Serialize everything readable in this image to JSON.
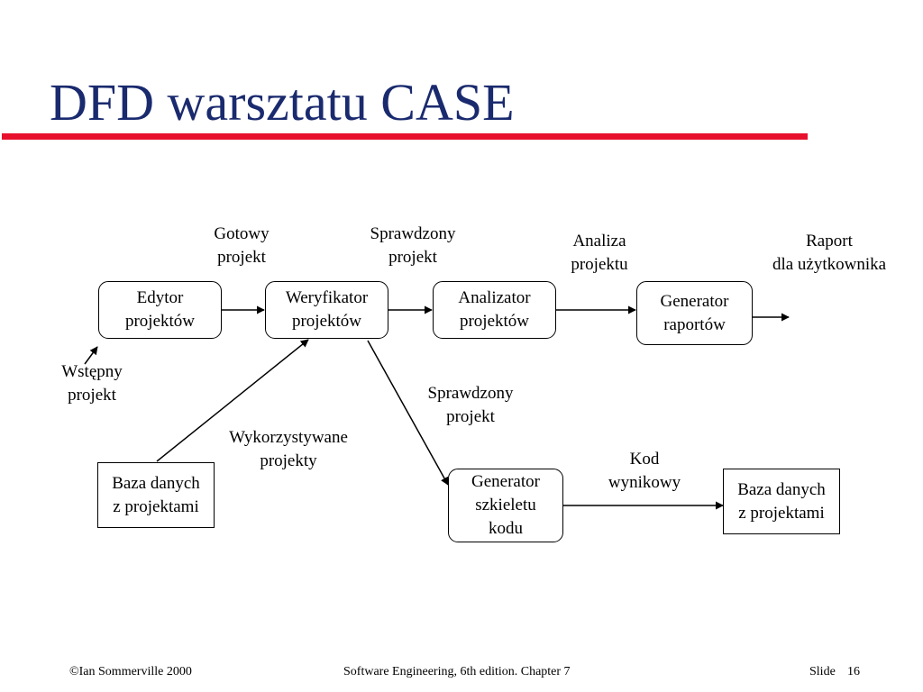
{
  "slide": {
    "title": "DFD warsztatu CASE"
  },
  "nodes": {
    "edytor": [
      "Edytor",
      "projektów"
    ],
    "weryfikator": [
      "Weryfikator",
      "projektów"
    ],
    "analizator": [
      "Analizator",
      "projektów"
    ],
    "generator_raportow": [
      "Generator",
      "raportów"
    ],
    "baza_left": [
      "Baza danych",
      "z projektami"
    ],
    "generator_kodu": [
      "Generator",
      "szkieletu",
      "kodu"
    ],
    "baza_right": [
      "Baza danych",
      "z projektami"
    ]
  },
  "flows": {
    "gotowy": [
      "Gotowy",
      "projekt"
    ],
    "sprawdzony_top": [
      "Sprawdzony",
      "projekt"
    ],
    "analiza": [
      "Analiza",
      "projektu"
    ],
    "raport": [
      "Raport",
      "dla użytkownika"
    ],
    "wstepny": [
      "Wstępny",
      "projekt"
    ],
    "wykorzystywane": [
      "Wykorzystywane",
      "projekty"
    ],
    "sprawdzony_mid": [
      "Sprawdzony",
      "projekt"
    ],
    "kod": [
      "Kod",
      "wynikowy"
    ]
  },
  "footer": {
    "copyright": "©Ian Sommerville 2000",
    "book": "Software Engineering, 6th edition. Chapter 7",
    "slide_label": "Slide",
    "slide_number": "16"
  }
}
